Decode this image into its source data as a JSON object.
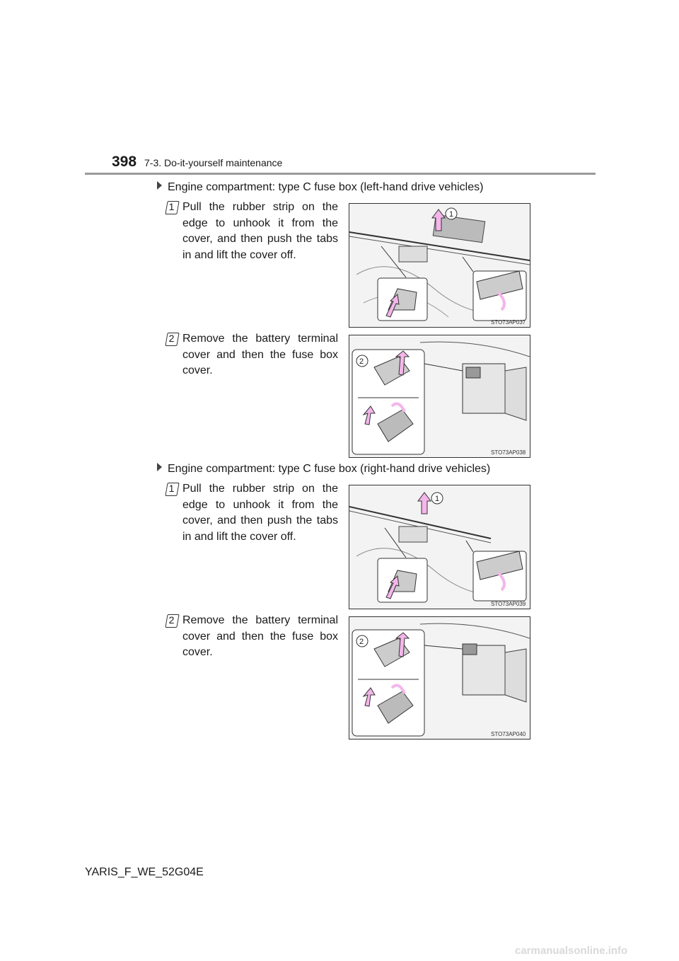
{
  "header": {
    "page_number": "398",
    "section": "7-3. Do-it-yourself maintenance"
  },
  "sections": [
    {
      "heading": "Engine compartment: type C fuse box (left-hand drive vehicles)",
      "steps": [
        {
          "num": "1",
          "text": "Pull the rubber strip on the edge to unhook it from the cover, and then push the tabs in and lift the cover off.",
          "figure_code": "STO73AP037",
          "callout": "1"
        },
        {
          "num": "2",
          "text": "Remove the battery terminal cover and then the fuse box cover.",
          "figure_code": "STO73AP038",
          "callout": "2"
        }
      ]
    },
    {
      "heading": "Engine compartment: type C fuse box (right-hand drive vehicles)",
      "steps": [
        {
          "num": "1",
          "text": "Pull the rubber strip on the edge to unhook it from the cover, and then push the tabs in and lift the cover off.",
          "figure_code": "STO73AP039",
          "callout": "1"
        },
        {
          "num": "2",
          "text": "Remove the battery terminal cover and then the fuse box cover.",
          "figure_code": "STO73AP040",
          "callout": "2"
        }
      ]
    }
  ],
  "footer": {
    "doc_code": "YARIS_F_WE_52G04E"
  },
  "watermark": "carmanualsonline.info",
  "colors": {
    "arrow": "#f4b6ea",
    "arrow_stroke": "#333333"
  }
}
